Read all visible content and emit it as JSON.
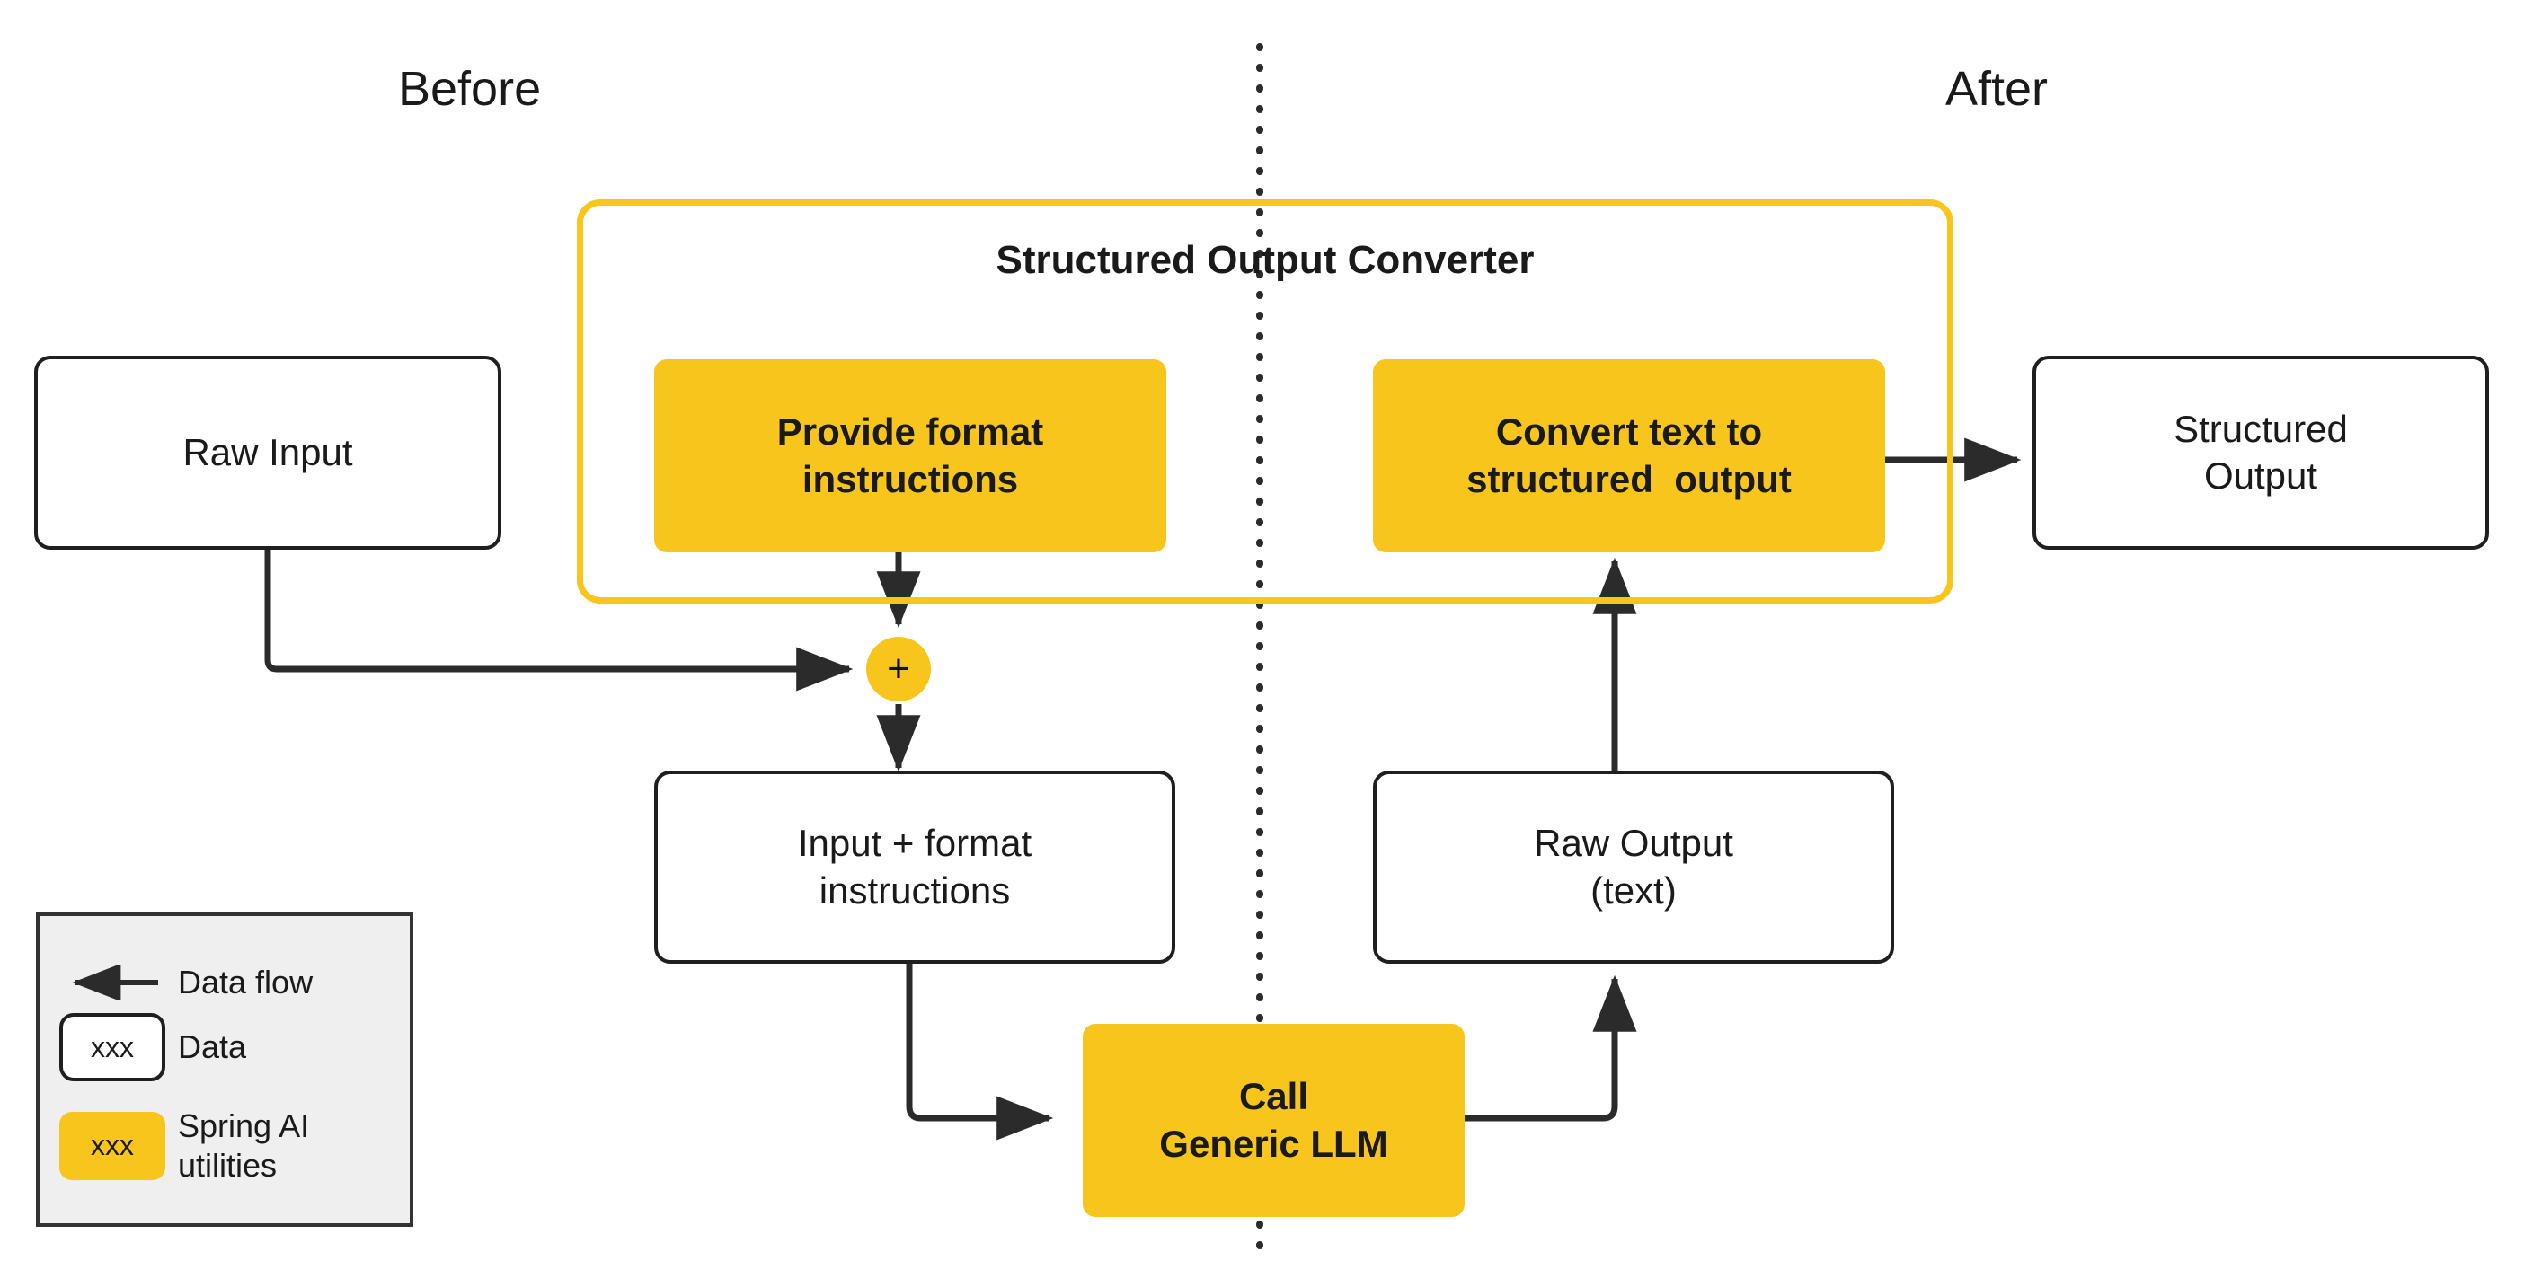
{
  "diagram": {
    "title_left": "Before",
    "title_right": "After",
    "converter": {
      "title": "Structured Output Converter",
      "frame_color": "#F7C51B"
    },
    "nodes": {
      "raw_input": "Raw Input",
      "provide_format_instructions": "Provide format\ninstructions",
      "convert_text": "Convert text to\nstructured  output",
      "structured_output": "Structured\nOutput",
      "plus_junction": "+",
      "input_plus_format": "Input + format\ninstructions",
      "raw_output": "Raw Output\n(text)",
      "call_llm": "Call\nGeneric LLM"
    },
    "node_lines": {
      "raw_input": [
        "Raw Input"
      ],
      "provide_format_instructions": [
        "Provide format",
        "instructions"
      ],
      "convert_text": [
        "Convert text to",
        "structured  output"
      ],
      "structured_output": [
        "Structured",
        "Output"
      ],
      "input_plus_format": [
        "Input + format",
        "instructions"
      ],
      "raw_output": [
        "Raw Output",
        "(text)"
      ],
      "call_llm": [
        "Call",
        "Generic LLM"
      ]
    },
    "legend": {
      "rows": [
        {
          "swatch": "arrow",
          "label": "Data flow"
        },
        {
          "swatch": "data-box",
          "chip_text": "xxx",
          "label": "Data"
        },
        {
          "swatch": "utility-box",
          "chip_text": "xxx",
          "label_line1": "Spring AI",
          "label_line2": "utilities"
        }
      ]
    },
    "colors": {
      "yellow": "#F7C51B",
      "line": "#2b2b2b",
      "text": "#1a1a1a",
      "legend_bg": "#efefef",
      "legend_border": "#333333",
      "canvas": "#ffffff"
    },
    "divider": {
      "style": "dotted",
      "orientation": "vertical"
    }
  }
}
